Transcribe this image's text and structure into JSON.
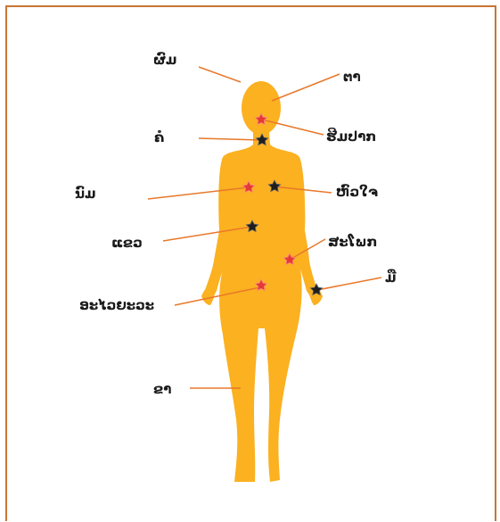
{
  "colors": {
    "frame": "#c87533",
    "body": "#fbb120",
    "leader": "#e8782a",
    "star_red": "#e53935",
    "star_black": "#1e1e1e"
  },
  "labels": {
    "hair": "ຜົມ",
    "eye": "ຕາ",
    "lips": "ຮີມປາກ",
    "neck": "ຄໍ",
    "heart": "ຫົວໃຈ",
    "breast": "ນົມ",
    "arm": "ແຂວ",
    "hip": "ສະໂພກ",
    "hand": "ມື",
    "genitals": "ອະໄວຍະວະ",
    "leg": "ຂາ"
  },
  "markers": [
    {
      "part": "lips",
      "color": "red"
    },
    {
      "part": "neck",
      "color": "black"
    },
    {
      "part": "breast",
      "color": "red"
    },
    {
      "part": "heart",
      "color": "black"
    },
    {
      "part": "arm",
      "color": "black"
    },
    {
      "part": "hip",
      "color": "red"
    },
    {
      "part": "genitals",
      "color": "red"
    },
    {
      "part": "hand",
      "color": "black"
    }
  ]
}
